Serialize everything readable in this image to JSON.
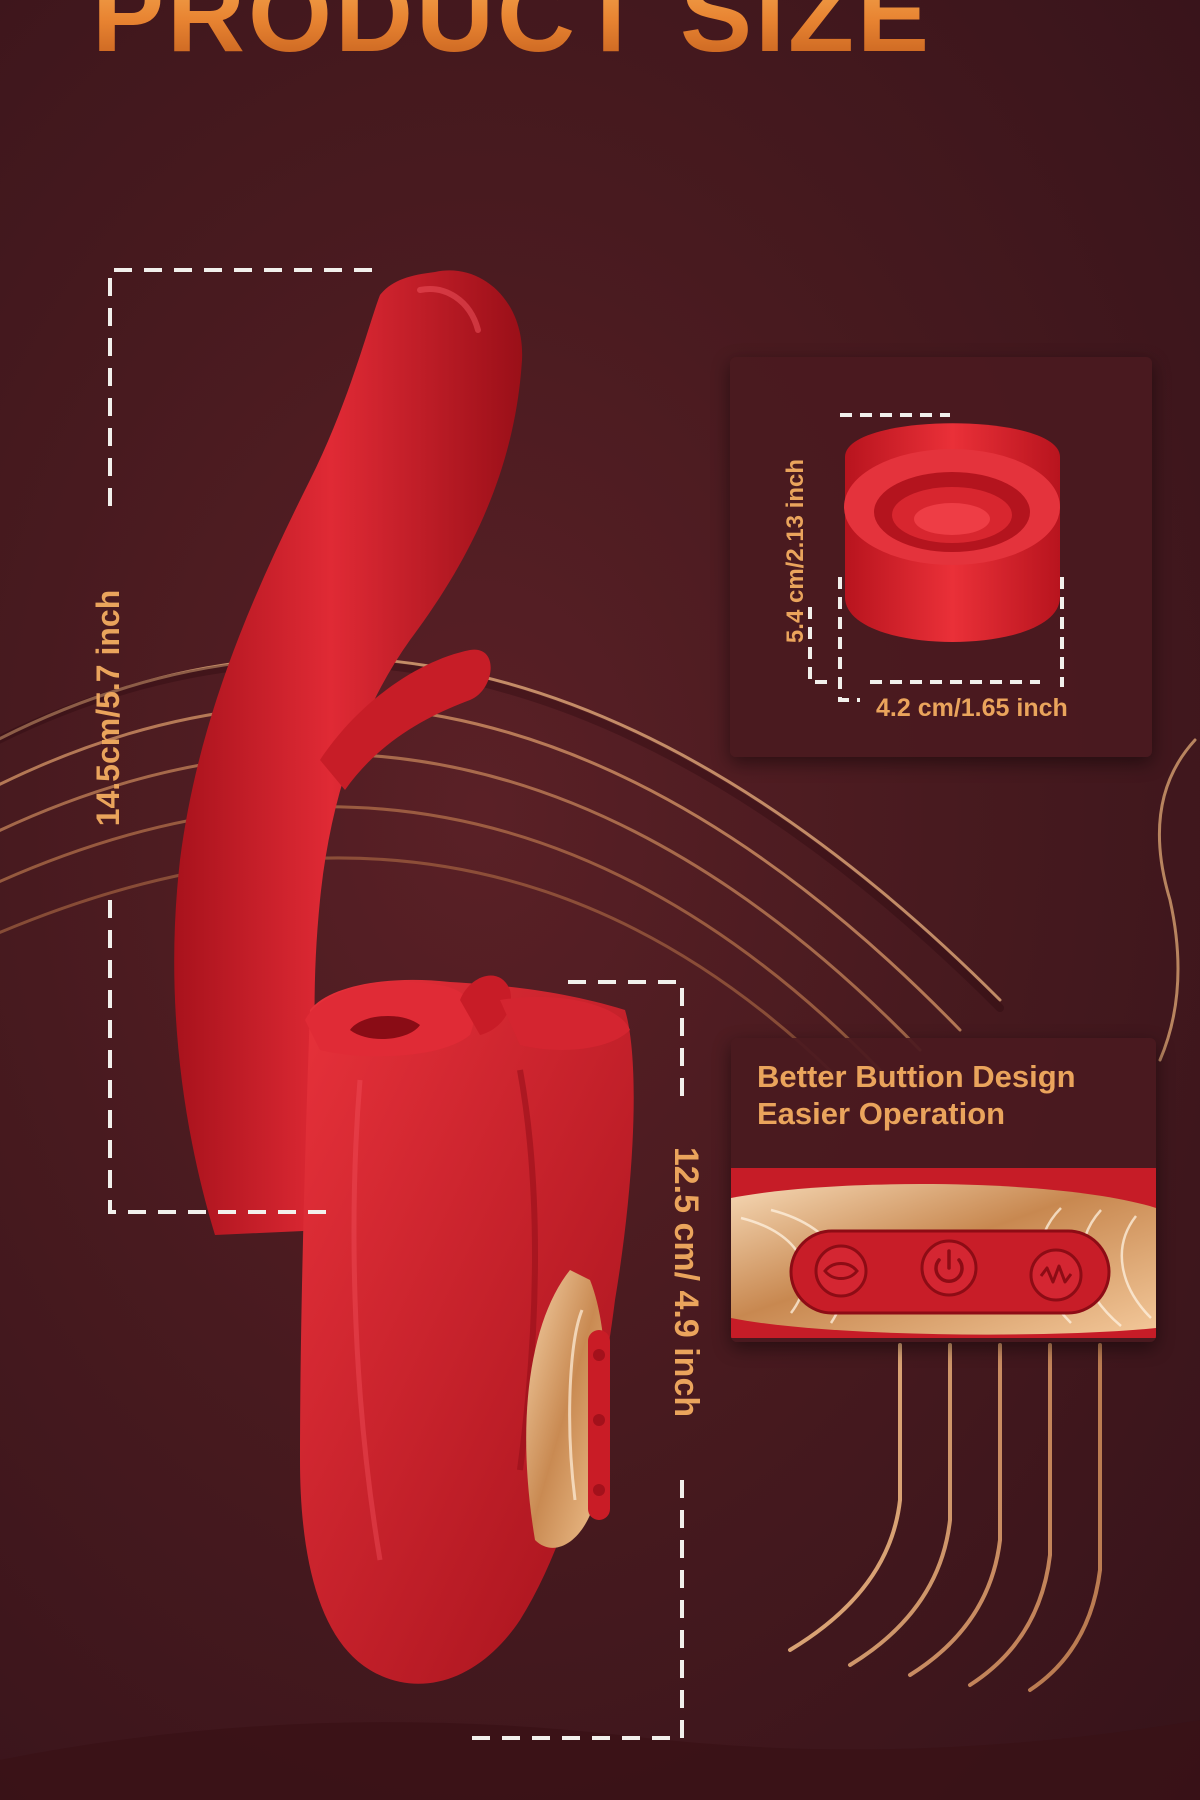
{
  "headline": "PRODUCT SIZE",
  "dimensions": {
    "main_length": "14.5cm/5.7 inch",
    "lower_length": "12.5 cm/ 4.9 inch",
    "head_height": "5.4 cm/2.13 inch",
    "head_width": "4.2 cm/1.65 inch"
  },
  "button_card": {
    "line1": "Better Buttion Design",
    "line2": "Easier Operation"
  },
  "icons": [
    "lips-icon",
    "power-icon",
    "wave-icon"
  ],
  "colors": {
    "background": "#4a1a1f",
    "product_red": "#d41f2c",
    "accent_orange": "#eaa45c",
    "gold": "#e3b07a"
  }
}
